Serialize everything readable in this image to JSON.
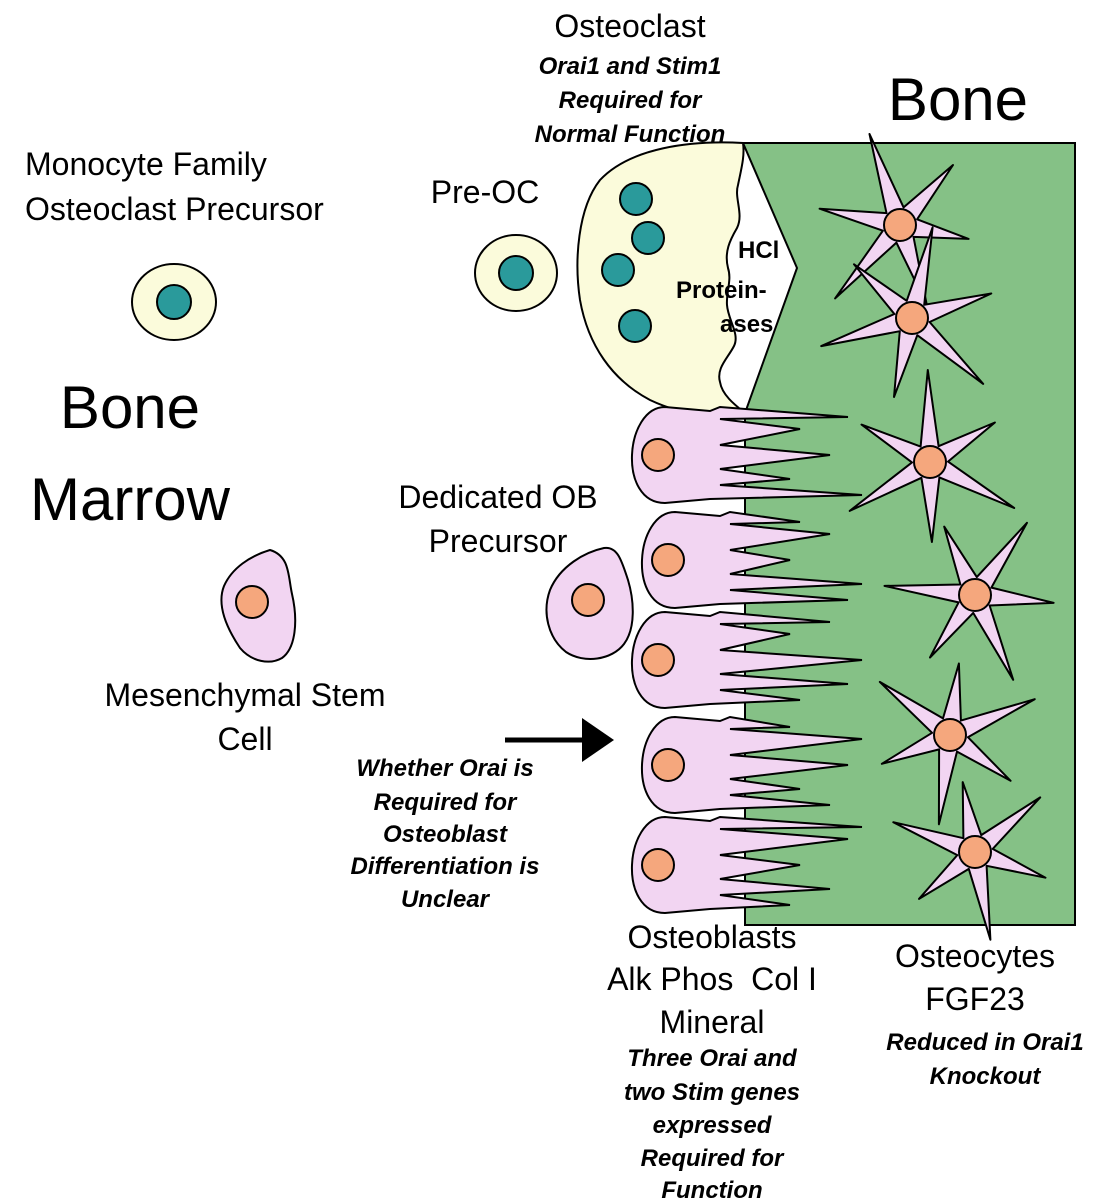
{
  "colors": {
    "bone": "#85c186",
    "cell_pink": "#f2d5f2",
    "precursor_fill": "#fbfbdb",
    "nucleus_teal": "#2a9a9b",
    "nucleus_orange": "#f5a77d",
    "outline": "#000000"
  },
  "labels": {
    "bone_title": "Bone",
    "bone_marrow_line1": "Bone",
    "bone_marrow_line2": "Marrow",
    "osteoclast_title": "Osteoclast",
    "osteoclast_note": [
      "Orai1 and Stim1",
      "Required for",
      "Normal Function"
    ],
    "monocyte": [
      "Monocyte Family",
      "Osteoclast Precursor"
    ],
    "pre_oc": "Pre-OC",
    "resorption": [
      "HCl",
      "Protein-",
      "ases"
    ],
    "dedicated_ob": [
      "Dedicated OB",
      "Precursor"
    ],
    "msc": [
      "Mesenchymal Stem",
      "Cell"
    ],
    "orai_unclear": [
      "Whether Orai is",
      "Required for",
      "Osteoblast",
      "Differentiation is",
      "Unclear"
    ],
    "osteoblasts": [
      "Osteoblasts",
      "Alk Phos  Col I",
      "Mineral"
    ],
    "osteoblast_note": [
      "Three Orai and",
      "two Stim genes",
      "expressed",
      "Required for",
      "Function"
    ],
    "osteocytes": [
      "Osteocytes",
      "FGF23"
    ],
    "osteocyte_note": [
      "Reduced in Orai1",
      "Knockout"
    ]
  },
  "icons": {
    "arrow": "right-arrow-icon",
    "osteocyte": "star-cell-icon"
  }
}
